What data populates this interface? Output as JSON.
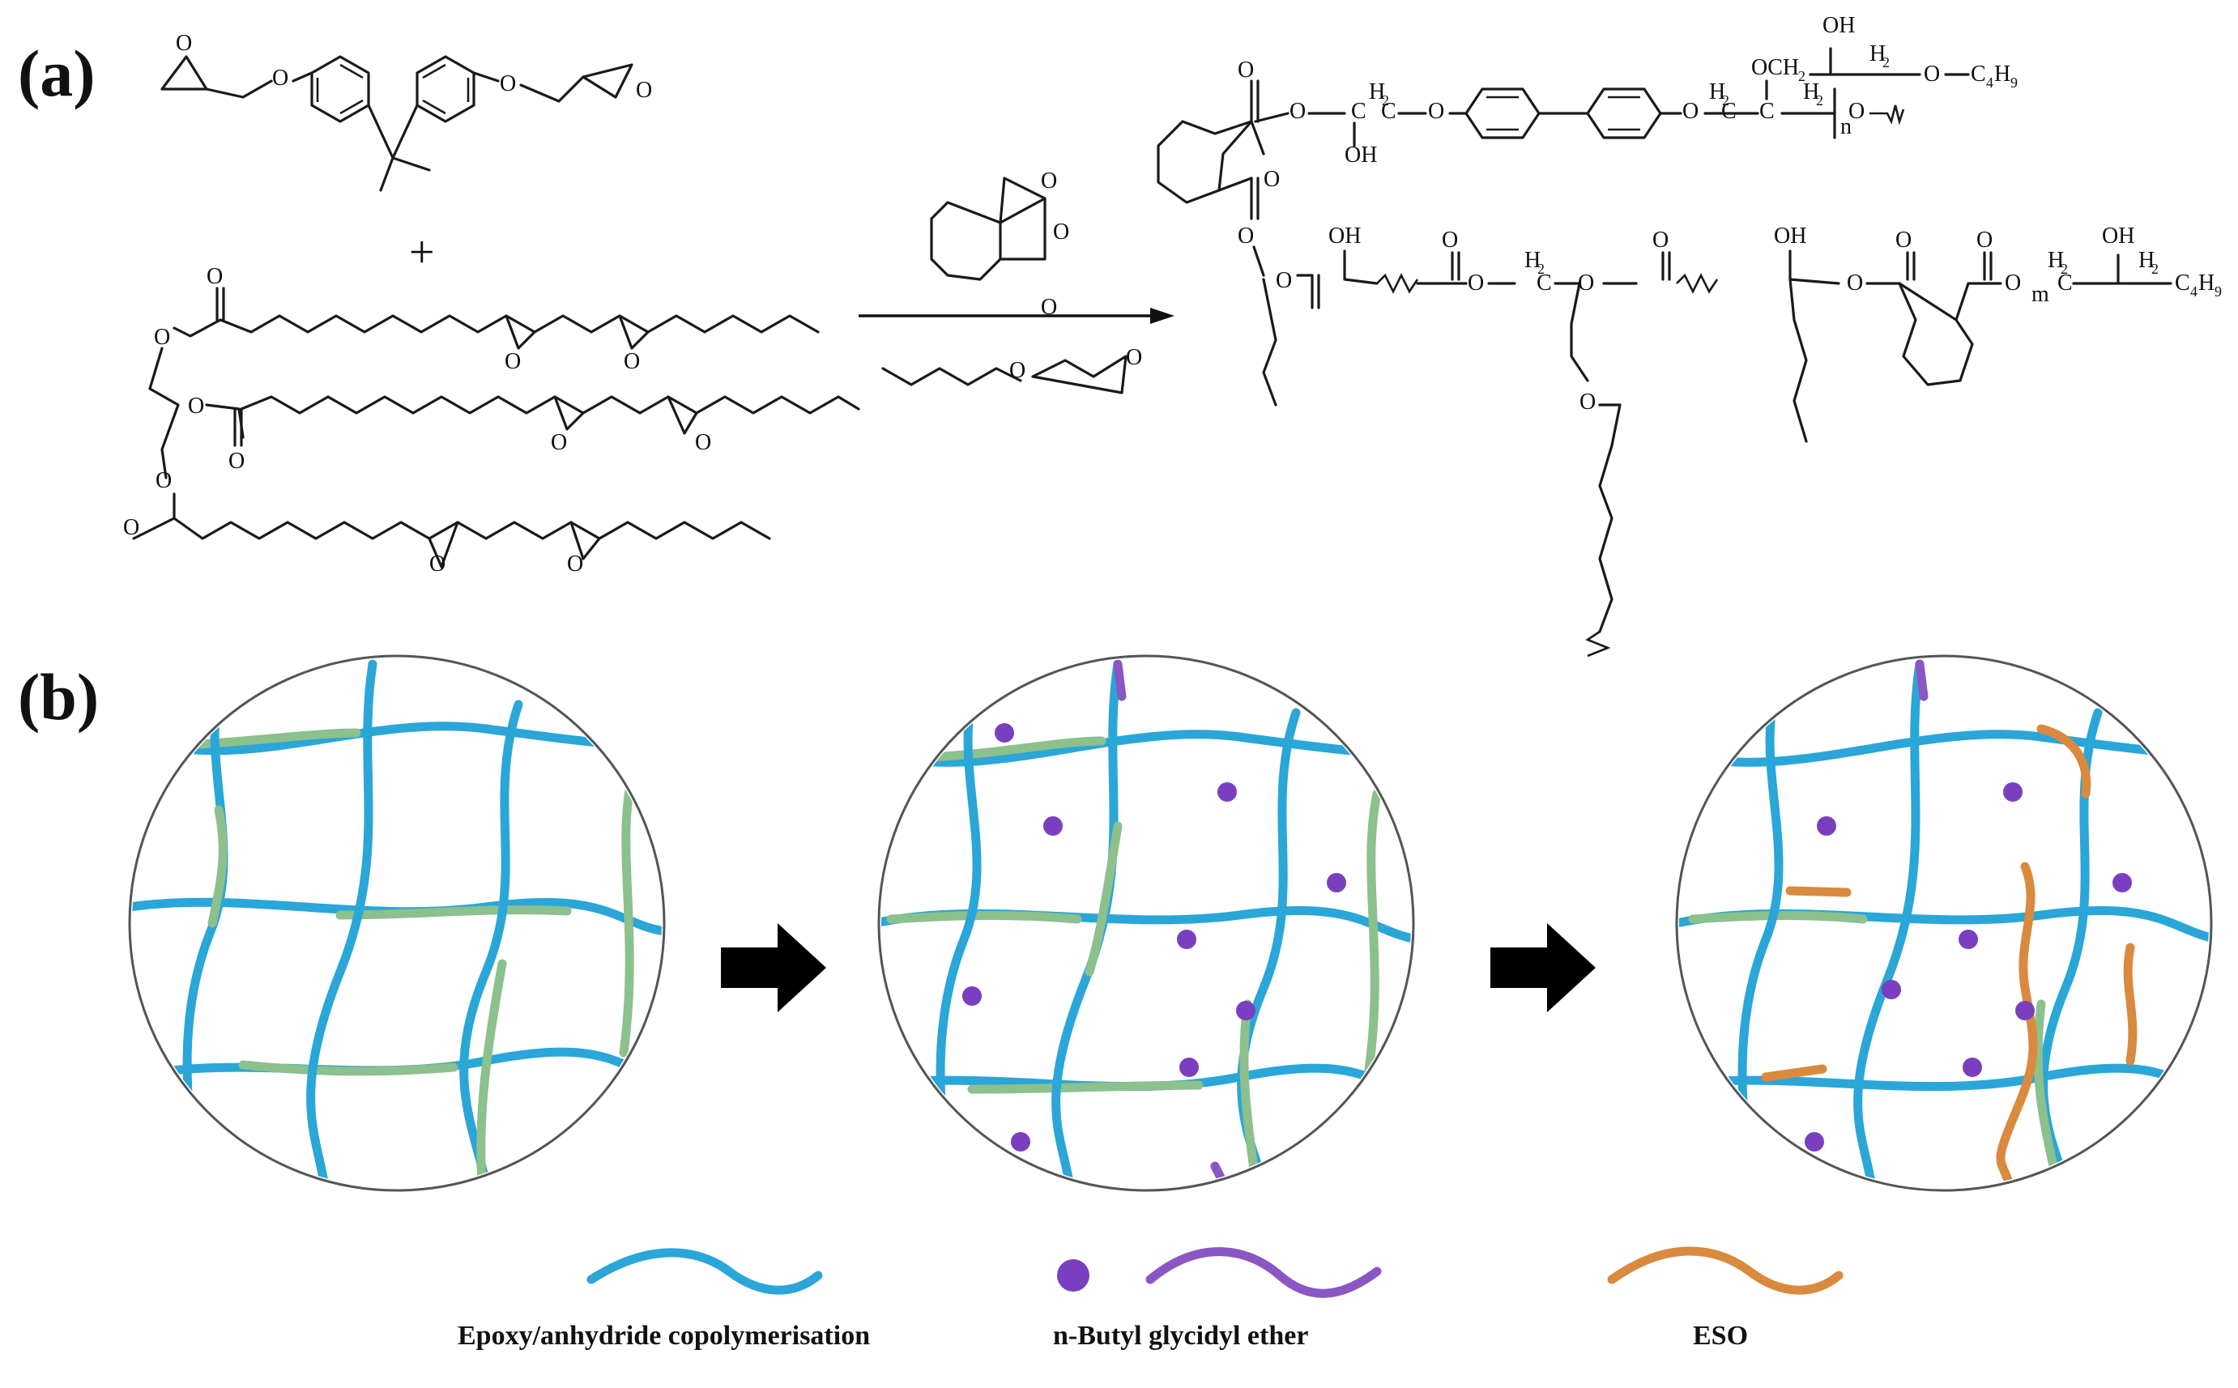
{
  "panels": {
    "a": "(a)",
    "b": "(b)"
  },
  "reaction": {
    "plus": "+",
    "atoms": {
      "O": "O",
      "OH": "OH",
      "H2": "H",
      "H2_sub": "2",
      "C": "C",
      "OCH2": "OCH",
      "OCH2_sub": "2",
      "n": "n",
      "m": "m",
      "C4H9": "C",
      "C4H9_sub1": "4",
      "C4H9_H": "H",
      "C4H9_sub2": "9"
    }
  },
  "legend": {
    "copolymer": "Epoxy/anhydride  copolymerisation",
    "bge": "n-Butyl glycidyl ether",
    "eso": "ESO"
  },
  "colors": {
    "epoxy_strand": "#2aa6d8",
    "anhydride_strand": "#8cc08c",
    "bge": "#7a3fc0",
    "eso": "#d98a3e",
    "arrow": "#000000"
  },
  "icons": [
    "reaction-arrow",
    "process-arrow-icon",
    "bge-bead-icon"
  ]
}
